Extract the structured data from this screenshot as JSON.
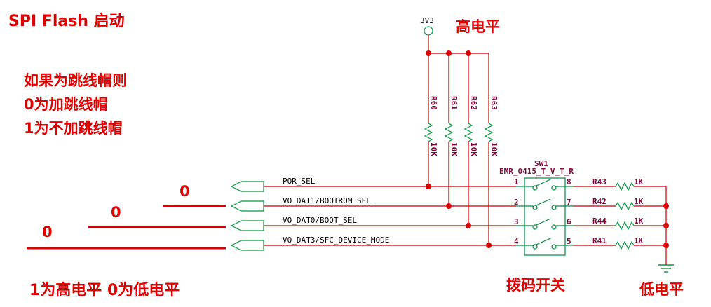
{
  "title": "SPI Flash 启动",
  "note_lines": [
    "如果为跳线帽则",
    "0为加跳线帽",
    "1为不加跳线帽"
  ],
  "legend_bottom": "1为高电平 0为低电平",
  "power_label": "3V3",
  "high_level_label": "高电平",
  "low_level_label": "低电平",
  "dip_switch_label": "拨码开关",
  "switch": {
    "ref": "SW1",
    "part": "EMR_0415_T_V_T_R"
  },
  "nets": [
    {
      "name": "POR_SEL",
      "level": ""
    },
    {
      "name": "VO_DAT1/BOOTROM_SEL",
      "level": "0"
    },
    {
      "name": "VO_DAT0/BOOT_SEL",
      "level": "0"
    },
    {
      "name": "VO_DAT3/SFC_DEVICE_MODE",
      "level": "0"
    }
  ],
  "pullups": [
    {
      "ref": "R60",
      "value": "10K"
    },
    {
      "ref": "R61",
      "value": "10K"
    },
    {
      "ref": "R62",
      "value": "10K"
    },
    {
      "ref": "R63",
      "value": "10K"
    }
  ],
  "pins_left": [
    "1",
    "2",
    "3",
    "4"
  ],
  "pins_right": [
    "8",
    "7",
    "6",
    "5"
  ],
  "pulldowns": [
    {
      "ref": "R43",
      "value": "1K"
    },
    {
      "ref": "R42",
      "value": "1K"
    },
    {
      "ref": "R44",
      "value": "1K"
    },
    {
      "ref": "R41",
      "value": "1K"
    }
  ],
  "colors": {
    "note": "#e00000",
    "wire": "#c00000",
    "port": "#009a3a",
    "component": "#7a0a3a"
  }
}
